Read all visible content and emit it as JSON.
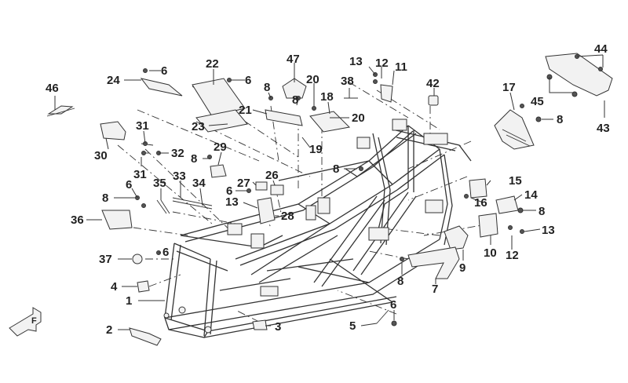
{
  "callouts": [
    {
      "id": "c46",
      "text": "46"
    },
    {
      "id": "c24",
      "text": "24"
    },
    {
      "id": "c6a",
      "text": "6"
    },
    {
      "id": "c22",
      "text": "22"
    },
    {
      "id": "c6b",
      "text": "6"
    },
    {
      "id": "c47",
      "text": "47"
    },
    {
      "id": "c13a",
      "text": "13"
    },
    {
      "id": "c12a",
      "text": "12"
    },
    {
      "id": "c11",
      "text": "11"
    },
    {
      "id": "c38",
      "text": "38"
    },
    {
      "id": "c42",
      "text": "42"
    },
    {
      "id": "c20a",
      "text": "20"
    },
    {
      "id": "c8a",
      "text": "8"
    },
    {
      "id": "c8b",
      "text": "8"
    },
    {
      "id": "c18",
      "text": "18"
    },
    {
      "id": "c21",
      "text": "21"
    },
    {
      "id": "c20b",
      "text": "20"
    },
    {
      "id": "c23",
      "text": "23"
    },
    {
      "id": "c19",
      "text": "19"
    },
    {
      "id": "c17",
      "text": "17"
    },
    {
      "id": "c44",
      "text": "44"
    },
    {
      "id": "c45",
      "text": "45"
    },
    {
      "id": "c8c",
      "text": "8"
    },
    {
      "id": "c43",
      "text": "43"
    },
    {
      "id": "c30",
      "text": "30"
    },
    {
      "id": "c31a",
      "text": "31"
    },
    {
      "id": "c32",
      "text": "32"
    },
    {
      "id": "c31b",
      "text": "31"
    },
    {
      "id": "c29",
      "text": "29"
    },
    {
      "id": "c8d",
      "text": "8"
    },
    {
      "id": "c8e",
      "text": "8"
    },
    {
      "id": "c33",
      "text": "33"
    },
    {
      "id": "c34",
      "text": "34"
    },
    {
      "id": "c35",
      "text": "35"
    },
    {
      "id": "c6c",
      "text": "6"
    },
    {
      "id": "c8f",
      "text": "8"
    },
    {
      "id": "c27",
      "text": "27"
    },
    {
      "id": "c26",
      "text": "26"
    },
    {
      "id": "c6d",
      "text": "6"
    },
    {
      "id": "c13b",
      "text": "13"
    },
    {
      "id": "c28",
      "text": "28"
    },
    {
      "id": "c36",
      "text": "36"
    },
    {
      "id": "c15",
      "text": "15"
    },
    {
      "id": "c14",
      "text": "14"
    },
    {
      "id": "c16",
      "text": "16"
    },
    {
      "id": "c8g",
      "text": "8"
    },
    {
      "id": "c13c",
      "text": "13"
    },
    {
      "id": "c10",
      "text": "10"
    },
    {
      "id": "c12b",
      "text": "12"
    },
    {
      "id": "c9",
      "text": "9"
    },
    {
      "id": "c37",
      "text": "37"
    },
    {
      "id": "c6e",
      "text": "6"
    },
    {
      "id": "c4",
      "text": "4"
    },
    {
      "id": "c1",
      "text": "1"
    },
    {
      "id": "c8h",
      "text": "8"
    },
    {
      "id": "c7",
      "text": "7"
    },
    {
      "id": "c6f",
      "text": "6"
    },
    {
      "id": "c2",
      "text": "2"
    },
    {
      "id": "c3",
      "text": "3"
    },
    {
      "id": "c5",
      "text": "5"
    }
  ],
  "direction_marker": "F",
  "colors": {
    "ink": "#333333",
    "label": "#222222",
    "background": "#ffffff"
  }
}
